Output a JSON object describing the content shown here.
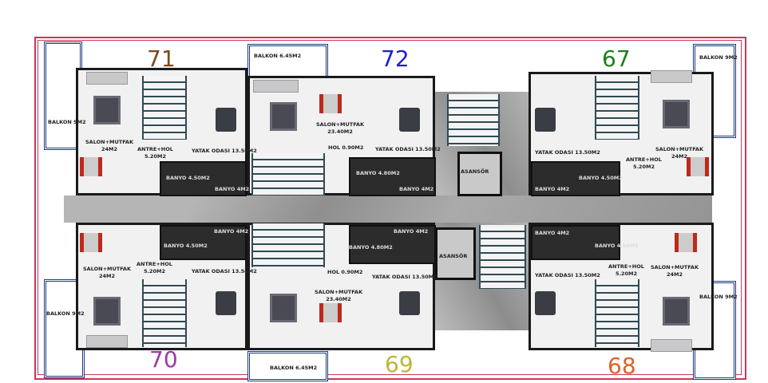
{
  "units": [
    {
      "number": "71",
      "color": "#7a4a1e"
    },
    {
      "number": "72",
      "color": "#1f1fcc"
    },
    {
      "number": "67",
      "color": "#1e7d1e"
    },
    {
      "number": "70",
      "color": "#9b3aa3"
    },
    {
      "number": "69",
      "color": "#b8b83a"
    },
    {
      "number": "68",
      "color": "#e0602a"
    }
  ],
  "labels": {
    "balkon_9": "BALKON 9M2",
    "balkon_645": "BALKON 6.45M2",
    "salon_24": [
      "SALON+MUTFAK",
      "24M2"
    ],
    "salon_2340": [
      "SALON+MUTFAK",
      "23.40M2"
    ],
    "antre": [
      "ANTRE+HOL",
      "5.20M2"
    ],
    "yatak": "YATAK ODASI 13.50M2",
    "banyo_450": "BANYO 4.50M2",
    "banyo_480": "BANYO 4.80M2",
    "banyo_4": "BANYO 4M2",
    "hol": "HOL 0.90M2",
    "asansor": "ASANSÖR"
  },
  "colors": {
    "frame": "#c8385a",
    "balcony_rail": "#1d3a7a",
    "wall": "#1a1a1a"
  }
}
